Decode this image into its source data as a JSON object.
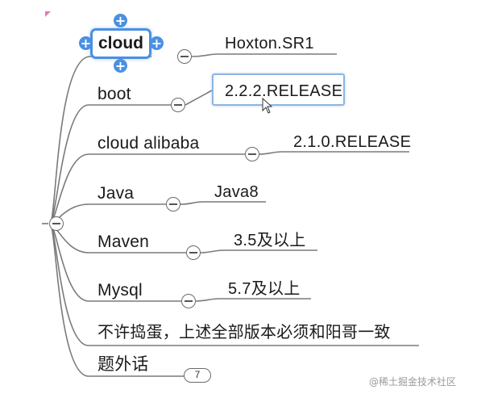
{
  "mindmap": {
    "root_toggle_icon": "collapse-minus-icon",
    "nodes": [
      {
        "label": "cloud",
        "value": "Hoxton.SR1"
      },
      {
        "label": "boot",
        "value": "2.2.2.RELEASE"
      },
      {
        "label": "cloud alibaba",
        "value": "2.1.0.RELEASE"
      },
      {
        "label": "Java",
        "value": "Java8"
      },
      {
        "label": "Maven",
        "value": "3.5及以上"
      },
      {
        "label": "Mysql",
        "value": "5.7及以上"
      },
      {
        "label": "不许捣蛋，上述全部版本必须和阳哥一致"
      },
      {
        "label": "题外话",
        "collapsed_count": "7"
      }
    ],
    "selected_node": "cloud",
    "editing_value": "2.2.2.RELEASE"
  },
  "colors": {
    "selection_accent": "#4a90e2",
    "edit_border": "#8fb4e3",
    "connector_line": "#7a7a7a",
    "corner_mark": "#e07bb5"
  },
  "watermark": "@稀土掘金技术社区"
}
